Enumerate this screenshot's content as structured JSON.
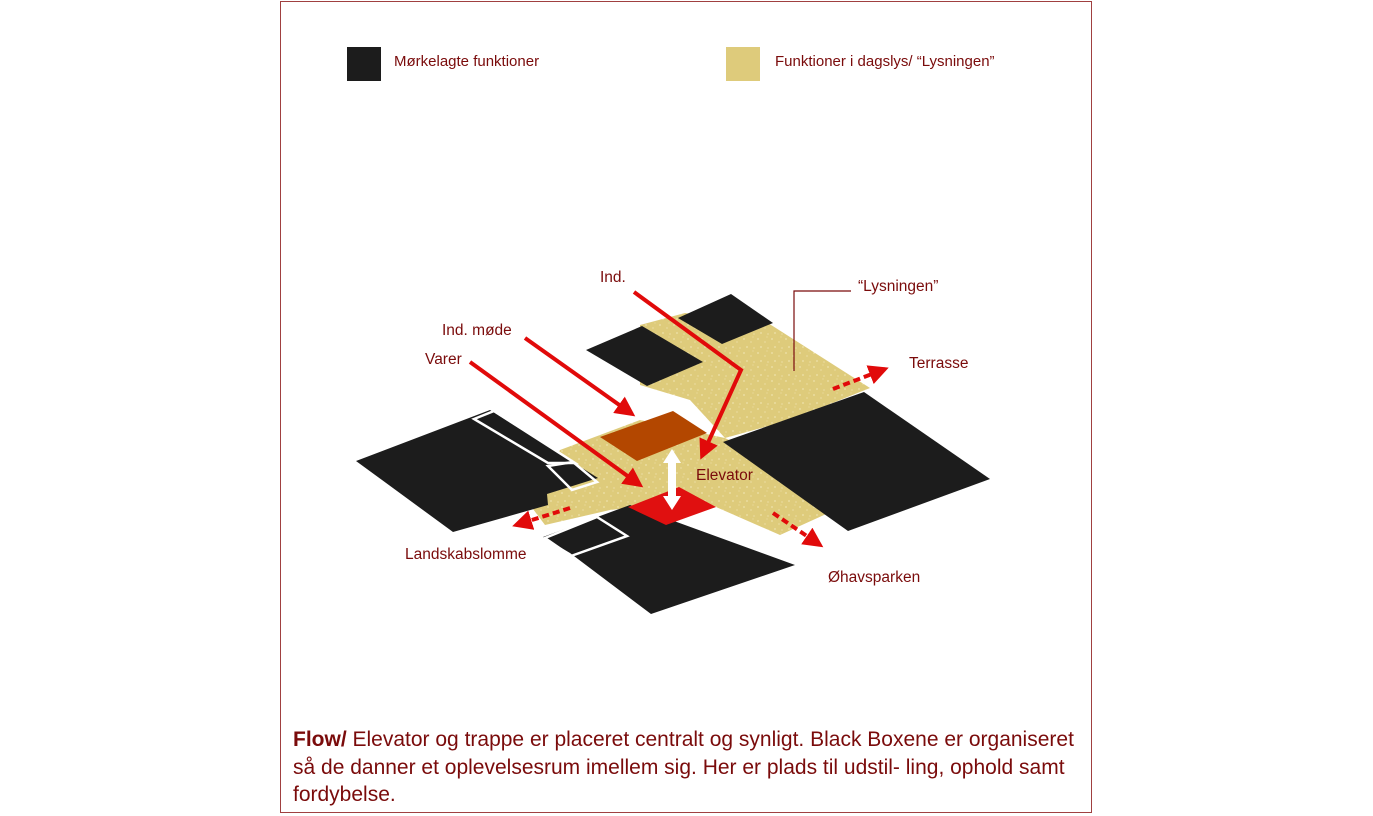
{
  "legend": {
    "dark": {
      "label": "Mørkelagte funktioner",
      "color": "#1c1c1c"
    },
    "light": {
      "label": "Funktioner i dagslys/ “Lysningen”",
      "color": "#decb7b"
    }
  },
  "labels": {
    "ind": "Ind.",
    "lysningen": "“Lysningen”",
    "ind_mode": "Ind. møde",
    "varer": "Varer",
    "terrasse": "Terrasse",
    "elevator": "Elevator",
    "landskabslomme": "Landskabslomme",
    "ohavsparken": "Øhavsparken"
  },
  "colors": {
    "frame": "#a04040",
    "text": "#7a0b0b",
    "arrow": "#e10a0a",
    "stair": "#b34700",
    "elevator": "#e01010"
  },
  "caption": {
    "bold": "Flow/",
    "text": " Elevator og trappe er placeret centralt og synligt. Black Boxene er organiseret så de danner et oplevelsesrum imellem sig. Her er plads til udstil- ling, ophold samt fordybelse."
  }
}
